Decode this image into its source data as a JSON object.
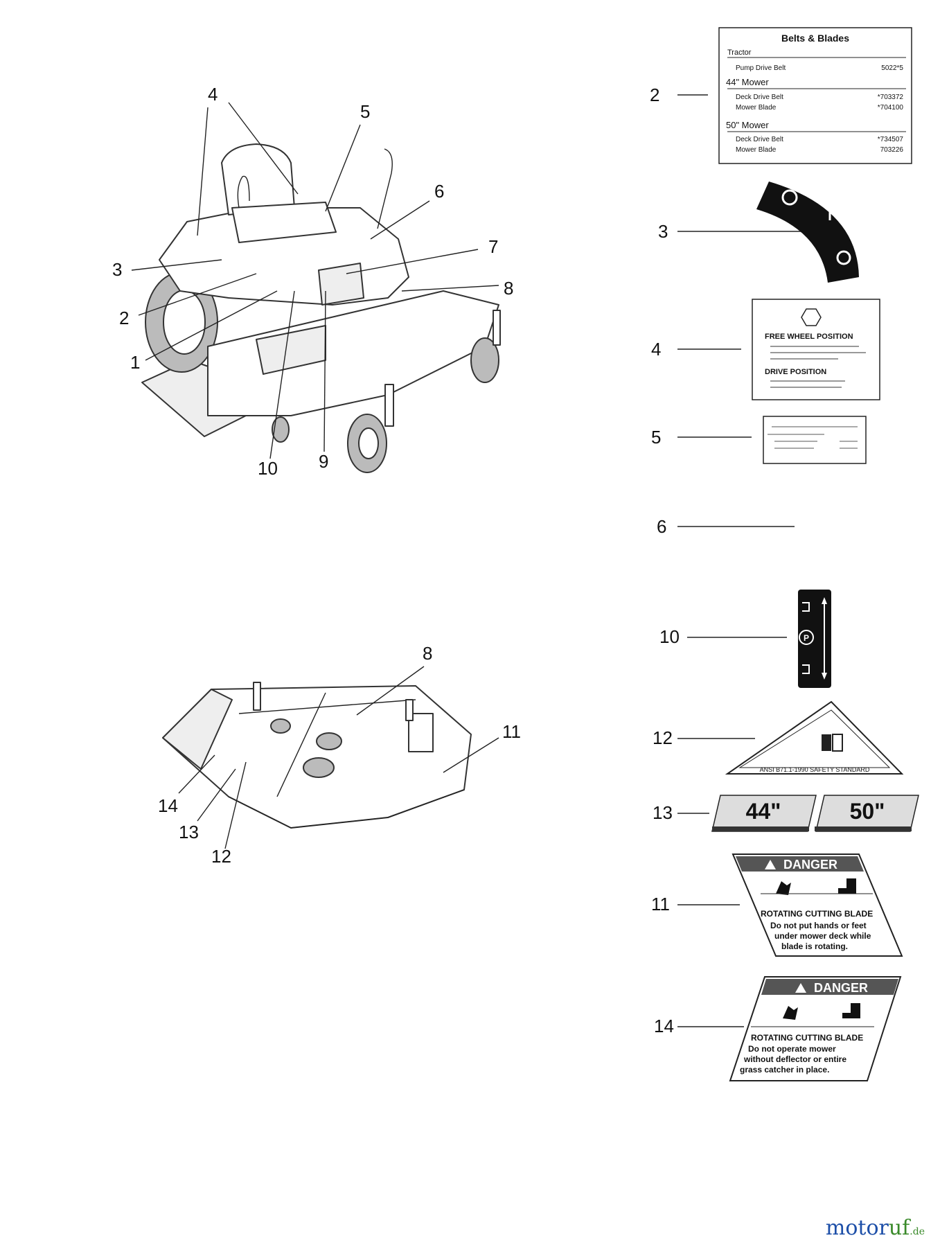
{
  "callouts": {
    "c1": "1",
    "c2": "2",
    "c3": "3",
    "c4": "4",
    "c5": "5",
    "c6": "6",
    "c7": "7",
    "c8": "8",
    "c9": "9",
    "c10": "10",
    "c11": "11",
    "c12": "12",
    "c13": "13",
    "c14": "14"
  },
  "decal_belts": {
    "title": "Belts & Blades",
    "tractor": "Tractor",
    "pump_drive_belt": "Pump Drive Belt",
    "pump_drive_part": "5022*5",
    "mower44": "44\" Mower",
    "deck_drive_belt": "Deck Drive Belt",
    "mower_blade": "Mower Blade",
    "part44_belt": "*703372",
    "part44_blade": "*704100",
    "mower50": "50\" Mower",
    "part50_belt": "*734507",
    "part50_blade": "703226"
  },
  "decal_freewheel": {
    "heading1": "FREE WHEEL POSITION",
    "heading2": "DRIVE POSITION"
  },
  "decal_size": {
    "s44": "44\"",
    "s50": "50\""
  },
  "decal_cert": {
    "standard": "ANSI B71.1-1990 SAFETY STANDARD"
  },
  "decal_danger11": {
    "danger": "DANGER",
    "heading": "ROTATING CUTTING BLADE",
    "l1": "Do not put hands or feet",
    "l2": "under mower deck while",
    "l3": "blade is rotating."
  },
  "decal_danger14": {
    "danger": "DANGER",
    "heading": "ROTATING CUTTING BLADE",
    "l1": "Do not operate mower",
    "l2": "without deflector or entire",
    "l3": "grass catcher in place."
  },
  "logo": {
    "part1": "motor",
    "part2": "uf",
    "part3": ".de"
  },
  "colors": {
    "ink": "#111111",
    "logo_blue": "#1d4fa8",
    "logo_green": "#3a8a2a"
  }
}
